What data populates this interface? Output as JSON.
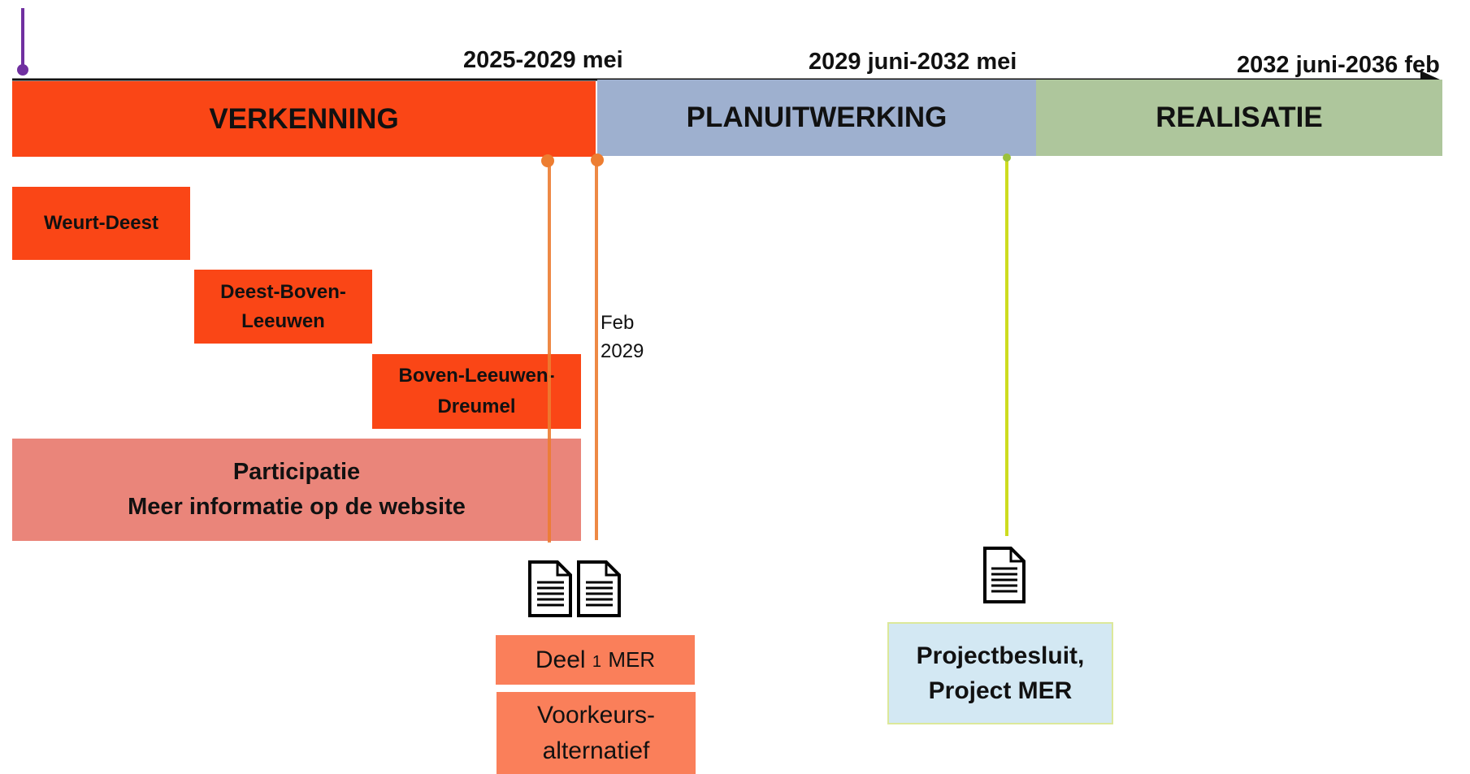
{
  "timeline": {
    "dates": {
      "verkenning_end": "2025-2029 mei",
      "planuitwerking": "2029 juni-2032 mei",
      "realisatie": "2032 juni-2036 feb"
    },
    "phases": {
      "verkenning": "VERKENNING",
      "planuitwerking": "PLANUITWERKING",
      "realisatie": "REALISATIE"
    },
    "milestone_label_line1": "Feb",
    "milestone_label_line2": "2029"
  },
  "segments": {
    "weurt_deest": "Weurt-Deest",
    "deest_boven_line1": "Deest-Boven-",
    "deest_boven_line2": "Leeuwen",
    "boven_dreumel_line1": "Boven-Leeuwen-",
    "boven_dreumel_line2": "Dreumel"
  },
  "participation": {
    "title": "Participatie",
    "subtitle": "Meer informatie op de website"
  },
  "documents": {
    "deel_prefix": "Deel",
    "deel_number": "1",
    "deel_suffix": "MER",
    "voorkeur_line1": "Voorkeurs-",
    "voorkeur_line2": "alternatief",
    "projectbesluit_line1": "Projectbesluit,",
    "projectbesluit_line2": "Project MER"
  },
  "colors": {
    "verkenning": "#fa4616",
    "planuitwerking": "#9eb0cf",
    "realisatie": "#aec69c",
    "participatie": "#ea857a",
    "document_box": "#fa7f5a",
    "projectbesluit_box": "#d3e8f3",
    "purple_marker": "#7030a0",
    "orange_line": "#ed7d31",
    "yellow_line": "#cddc1f"
  },
  "icons": [
    "document-icon",
    "document-icon",
    "document-icon"
  ]
}
